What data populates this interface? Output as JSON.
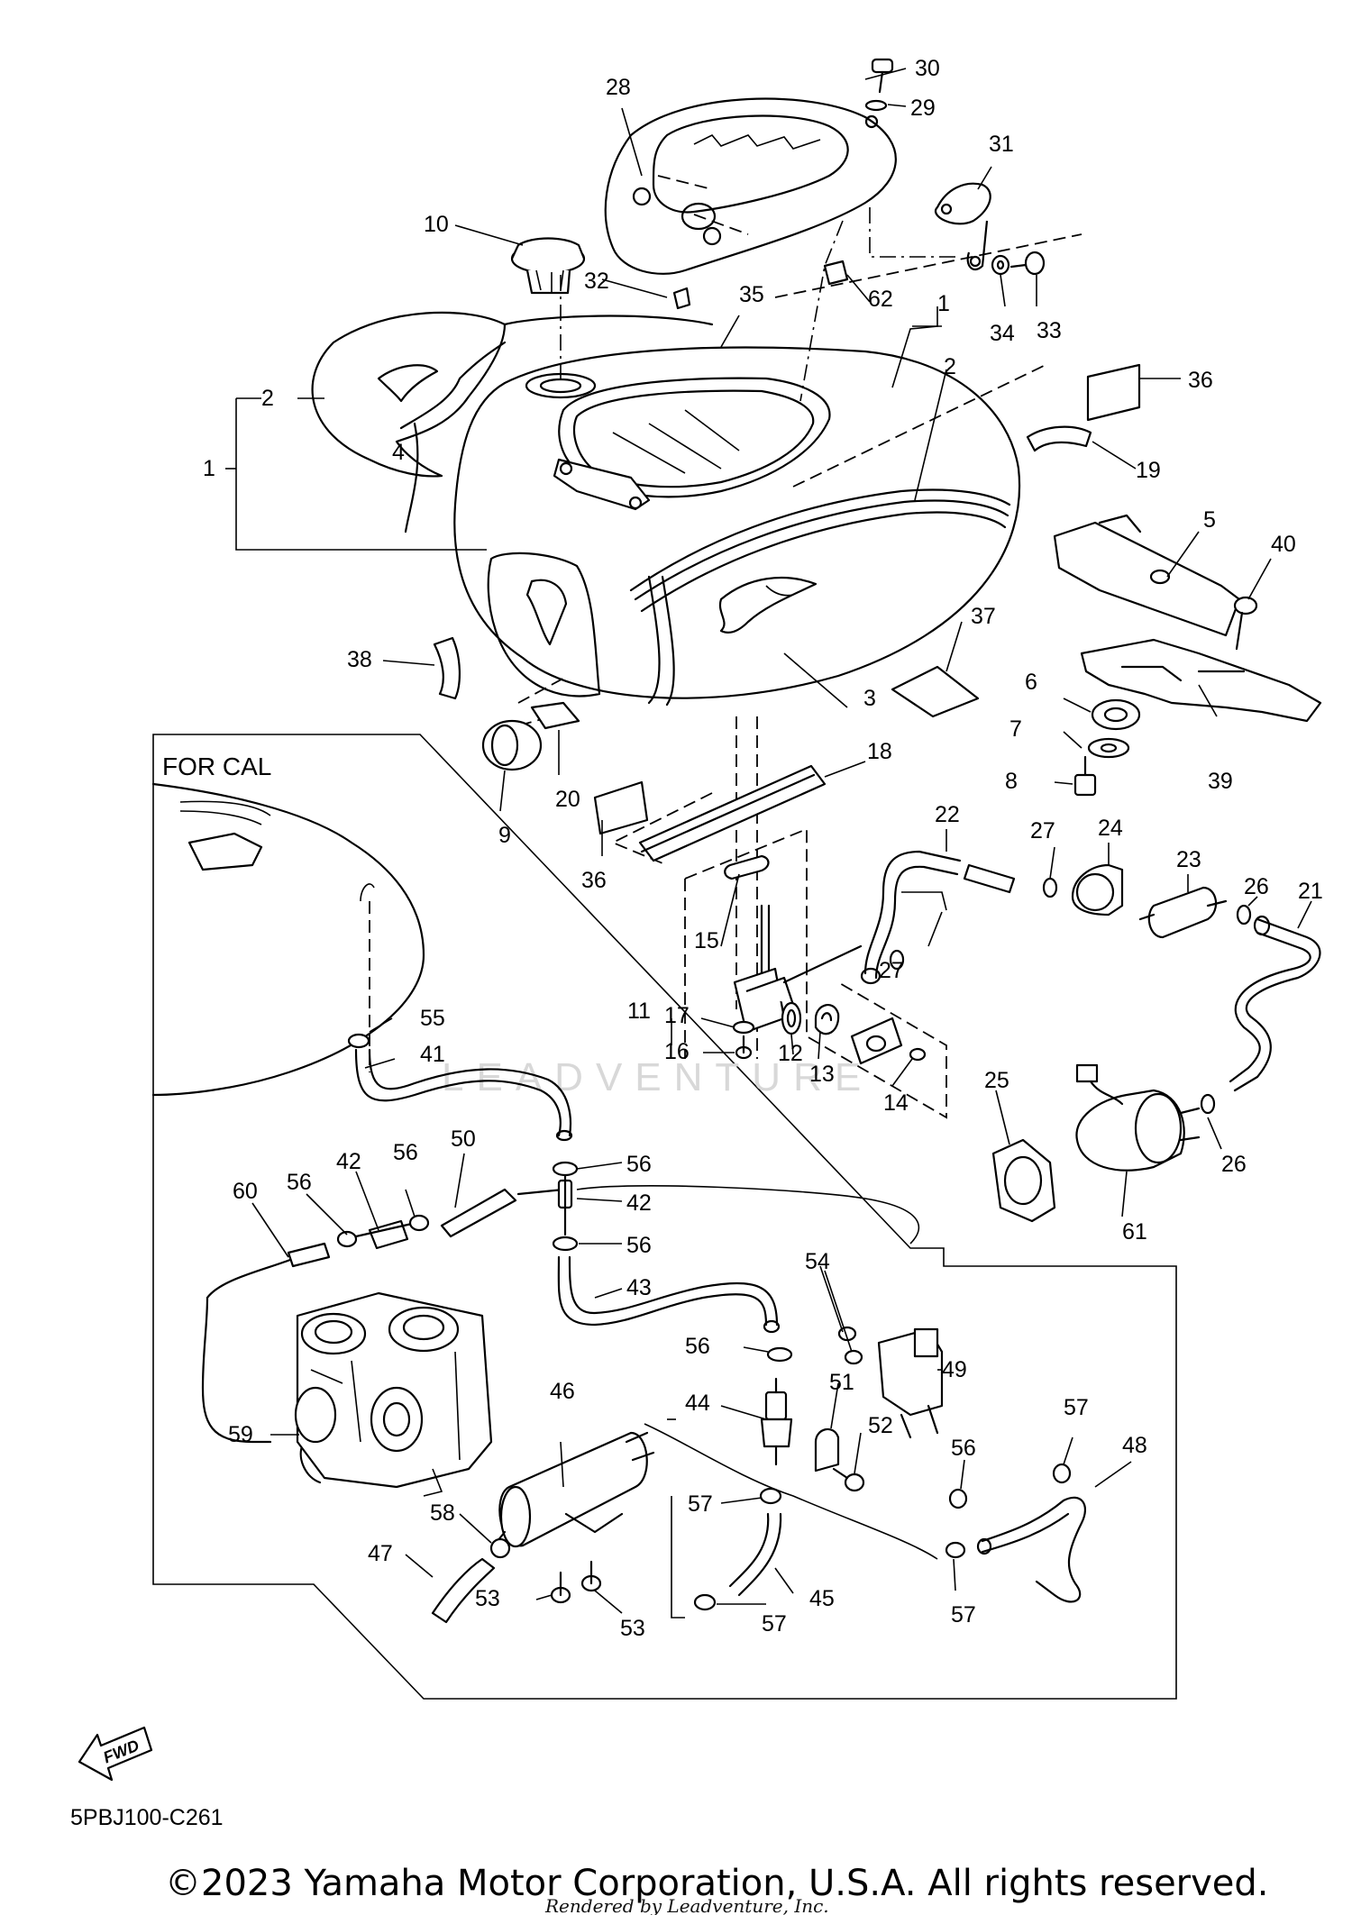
{
  "diagram": {
    "subassembly_label": "FOR CAL",
    "fwd_label": "FWD",
    "part_code": "5PBJ100-C261",
    "watermark": "LEADVENTURE",
    "copyright": "©2023 Yamaha Motor Corporation, U.S.A. All rights reserved.",
    "rendered_by": "Rendered by Leadventure, Inc.",
    "callouts": [
      {
        "id": "c1",
        "label": "1"
      },
      {
        "id": "c1b",
        "label": "1"
      },
      {
        "id": "c2",
        "label": "2"
      },
      {
        "id": "c2b",
        "label": "2"
      },
      {
        "id": "c3",
        "label": "3"
      },
      {
        "id": "c4",
        "label": "4"
      },
      {
        "id": "c5",
        "label": "5"
      },
      {
        "id": "c6",
        "label": "6"
      },
      {
        "id": "c7",
        "label": "7"
      },
      {
        "id": "c8",
        "label": "8"
      },
      {
        "id": "c9",
        "label": "9"
      },
      {
        "id": "c10",
        "label": "10"
      },
      {
        "id": "c11",
        "label": "11"
      },
      {
        "id": "c12",
        "label": "12"
      },
      {
        "id": "c13",
        "label": "13"
      },
      {
        "id": "c14",
        "label": "14"
      },
      {
        "id": "c15",
        "label": "15"
      },
      {
        "id": "c16",
        "label": "16"
      },
      {
        "id": "c17",
        "label": "17"
      },
      {
        "id": "c18",
        "label": "18"
      },
      {
        "id": "c19",
        "label": "19"
      },
      {
        "id": "c20",
        "label": "20"
      },
      {
        "id": "c21",
        "label": "21"
      },
      {
        "id": "c22",
        "label": "22"
      },
      {
        "id": "c23",
        "label": "23"
      },
      {
        "id": "c24",
        "label": "24"
      },
      {
        "id": "c25",
        "label": "25"
      },
      {
        "id": "c26",
        "label": "26"
      },
      {
        "id": "c26b",
        "label": "26"
      },
      {
        "id": "c27",
        "label": "27"
      },
      {
        "id": "c27b",
        "label": "27"
      },
      {
        "id": "c28",
        "label": "28"
      },
      {
        "id": "c29",
        "label": "29"
      },
      {
        "id": "c30",
        "label": "30"
      },
      {
        "id": "c31",
        "label": "31"
      },
      {
        "id": "c32",
        "label": "32"
      },
      {
        "id": "c33",
        "label": "33"
      },
      {
        "id": "c34",
        "label": "34"
      },
      {
        "id": "c35",
        "label": "35"
      },
      {
        "id": "c36",
        "label": "36"
      },
      {
        "id": "c36b",
        "label": "36"
      },
      {
        "id": "c37",
        "label": "37"
      },
      {
        "id": "c38",
        "label": "38"
      },
      {
        "id": "c39",
        "label": "39"
      },
      {
        "id": "c40",
        "label": "40"
      },
      {
        "id": "c41",
        "label": "41"
      },
      {
        "id": "c42",
        "label": "42"
      },
      {
        "id": "c42b",
        "label": "42"
      },
      {
        "id": "c43",
        "label": "43"
      },
      {
        "id": "c44",
        "label": "44"
      },
      {
        "id": "c45",
        "label": "45"
      },
      {
        "id": "c46",
        "label": "46"
      },
      {
        "id": "c47",
        "label": "47"
      },
      {
        "id": "c48",
        "label": "48"
      },
      {
        "id": "c49",
        "label": "49"
      },
      {
        "id": "c50",
        "label": "50"
      },
      {
        "id": "c51",
        "label": "51"
      },
      {
        "id": "c52",
        "label": "52"
      },
      {
        "id": "c53",
        "label": "53"
      },
      {
        "id": "c53b",
        "label": "53"
      },
      {
        "id": "c54",
        "label": "54"
      },
      {
        "id": "c55",
        "label": "55"
      },
      {
        "id": "c56",
        "label": "56"
      },
      {
        "id": "c56b",
        "label": "56"
      },
      {
        "id": "c56c",
        "label": "56"
      },
      {
        "id": "c56d",
        "label": "56"
      },
      {
        "id": "c56e",
        "label": "56"
      },
      {
        "id": "c56f",
        "label": "56"
      },
      {
        "id": "c57",
        "label": "57"
      },
      {
        "id": "c57b",
        "label": "57"
      },
      {
        "id": "c57c",
        "label": "57"
      },
      {
        "id": "c57d",
        "label": "57"
      },
      {
        "id": "c58",
        "label": "58"
      },
      {
        "id": "c59",
        "label": "59"
      },
      {
        "id": "c60",
        "label": "60"
      },
      {
        "id": "c61",
        "label": "61"
      },
      {
        "id": "c62",
        "label": "62"
      }
    ]
  }
}
